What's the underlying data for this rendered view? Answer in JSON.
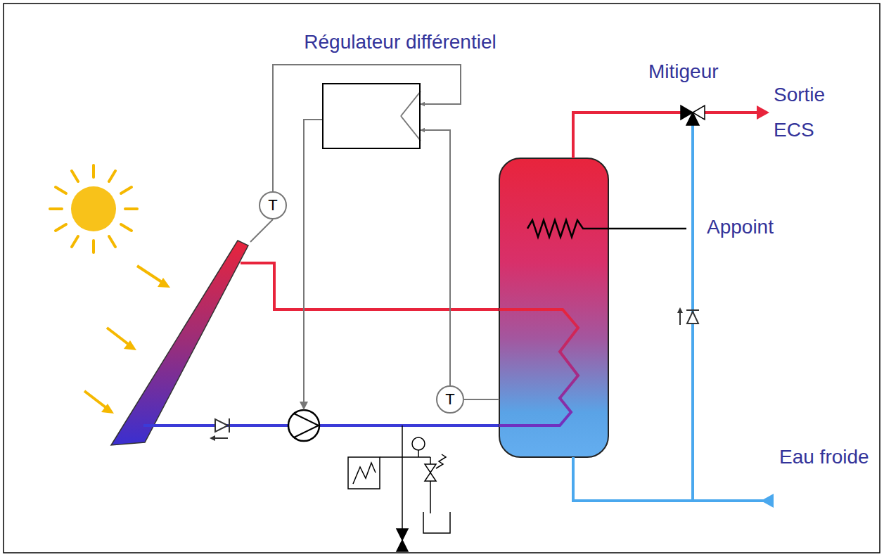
{
  "diagram": {
    "nodes": [
      {
        "text": [
          "Régulateur différentiel"
        ]
      },
      {
        "text": [
          "T"
        ]
      },
      {
        "text": [
          "T"
        ]
      }
    ],
    "edges": [
      {
        "from": 1,
        "to": 0,
        "arrow": "to"
      },
      {
        "from": 2,
        "to": 0,
        "arrow": "to"
      }
    ],
    "labels": [
      "Mitigeur",
      "Sortie ECS",
      "Appoint",
      "Eau froide"
    ]
  }
}
